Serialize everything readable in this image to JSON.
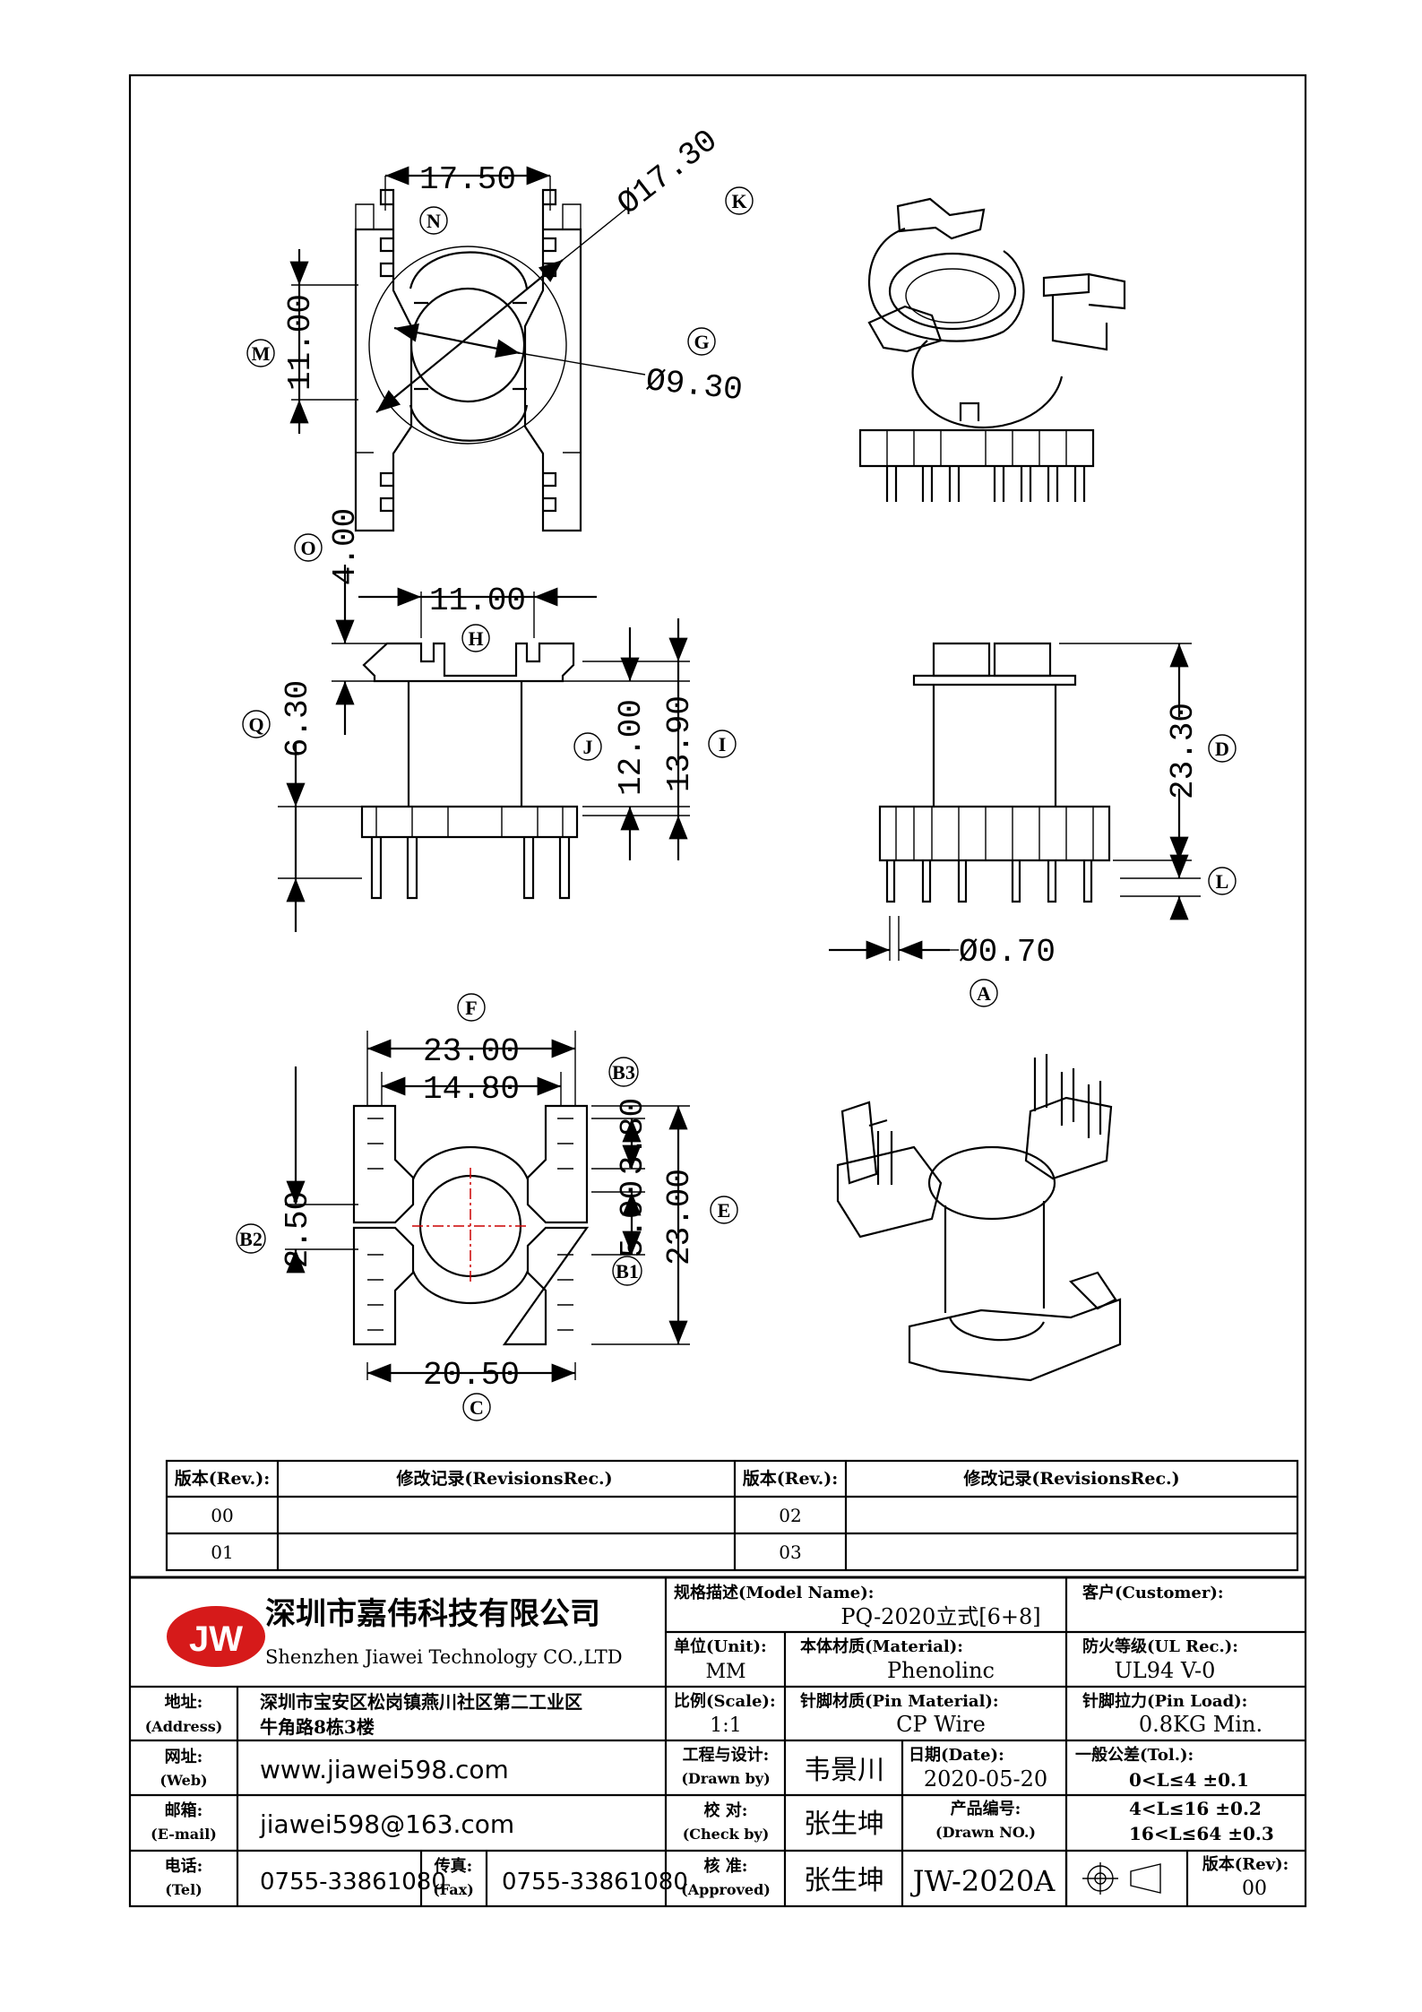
{
  "view_top": {
    "dim_width": "17.50",
    "dim_height": "11.00",
    "dim_outer_dia": "Ø17.30",
    "dim_inner_dia": "Ø9.30",
    "tag_width": "N",
    "tag_height": "M",
    "tag_outer": "K",
    "tag_inner": "G"
  },
  "view_side": {
    "dim_top": "4.00",
    "dim_width": "11.00",
    "dim_lower": "6.30",
    "dim_inner_h": "12.00",
    "dim_outer_h": "13.90",
    "tag_top": "O",
    "tag_width": "H",
    "tag_lower": "Q",
    "tag_inner": "J",
    "tag_outer": "I"
  },
  "view_front": {
    "dim_height": "23.30",
    "dim_pin": "Ø0.70",
    "tag_height": "D",
    "tag_pin_len": "L",
    "tag_pin": "A"
  },
  "view_bottom": {
    "dim_total_w": "23.00",
    "dim_inner_w": "14.80",
    "dim_pitch": "3.80",
    "dim_row_gap": "5.00",
    "dim_total_h": "23.00",
    "dim_slot": "2.50",
    "dim_base_w": "20.50",
    "tag_total_w": "F",
    "tag_pitch": "B3",
    "tag_total_h": "E",
    "tag_row_gap": "B1",
    "tag_slot": "B2",
    "tag_base_w": "C"
  },
  "revisions": {
    "header_rev": "版本(Rev.):",
    "header_rec": "修改记录(RevisionsRec.)",
    "rows": [
      {
        "left": "00",
        "right": "02"
      },
      {
        "left": "01",
        "right": "03"
      }
    ]
  },
  "title_block": {
    "logo_text": "JW",
    "company_cn": "深圳市嘉伟科技有限公司",
    "company_en": "Shenzhen Jiawei Technology CO.,LTD",
    "model_label": "规格描述(Model Name):",
    "model_value": "PQ-2020立式[6+8]",
    "customer_label": "客户(Customer):",
    "unit_label": "单位(Unit):",
    "unit_value": "MM",
    "material_label": "本体材质(Material):",
    "material_value": "Phenolinc",
    "ul_label": "防火等级(UL Rec.):",
    "ul_value": "UL94 V-0",
    "address_label_cn": "地址:",
    "address_label_en": "(Address)",
    "address_line1": "深圳市宝安区松岗镇燕川社区第二工业区",
    "address_line2": "牛角路8栋3楼",
    "scale_label": "比例(Scale):",
    "scale_value": "1:1",
    "pin_material_label": "针脚材质(Pin Material):",
    "pin_material_value": "CP Wire",
    "pin_load_label": "针脚拉力(Pin Load):",
    "pin_load_value": "0.8KG Min.",
    "web_label_cn": "网址:",
    "web_label_en": "(Web)",
    "web_value": "www.jiawei598.com",
    "drawn_label_cn": "工程与设计:",
    "drawn_label_en": "(Drawn by)",
    "drawn_value": "韦景川",
    "date_label": "日期(Date):",
    "date_value": "2020-05-20",
    "tol_label": "一般公差(Tol.):",
    "tol_line1": "0<L≤4   ±0.1",
    "tol_line2": "4<L≤16  ±0.2",
    "tol_line3": "16<L≤64 ±0.3",
    "email_label_cn": "邮箱:",
    "email_label_en": "(E-mail)",
    "email_value": "jiawei598@163.com",
    "check_label_cn": "校  对:",
    "check_label_en": "(Check by)",
    "check_value": "张生坤",
    "drawn_no_label_cn": "产品编号:",
    "drawn_no_label_en": "(Drawn NO.)",
    "tel_label_cn": "电话:",
    "tel_label_en": "(Tel)",
    "tel_value": "0755-33861080",
    "fax_label_cn": "传真:",
    "fax_label_en": "(Fax)",
    "fax_value": "0755-33861080",
    "approved_label_cn": "核  准:",
    "approved_label_en": "(Approved)",
    "approved_value": "张生坤",
    "drawing_no": "JW-2020A",
    "rev_label": "版本(Rev):",
    "rev_value": "00"
  }
}
